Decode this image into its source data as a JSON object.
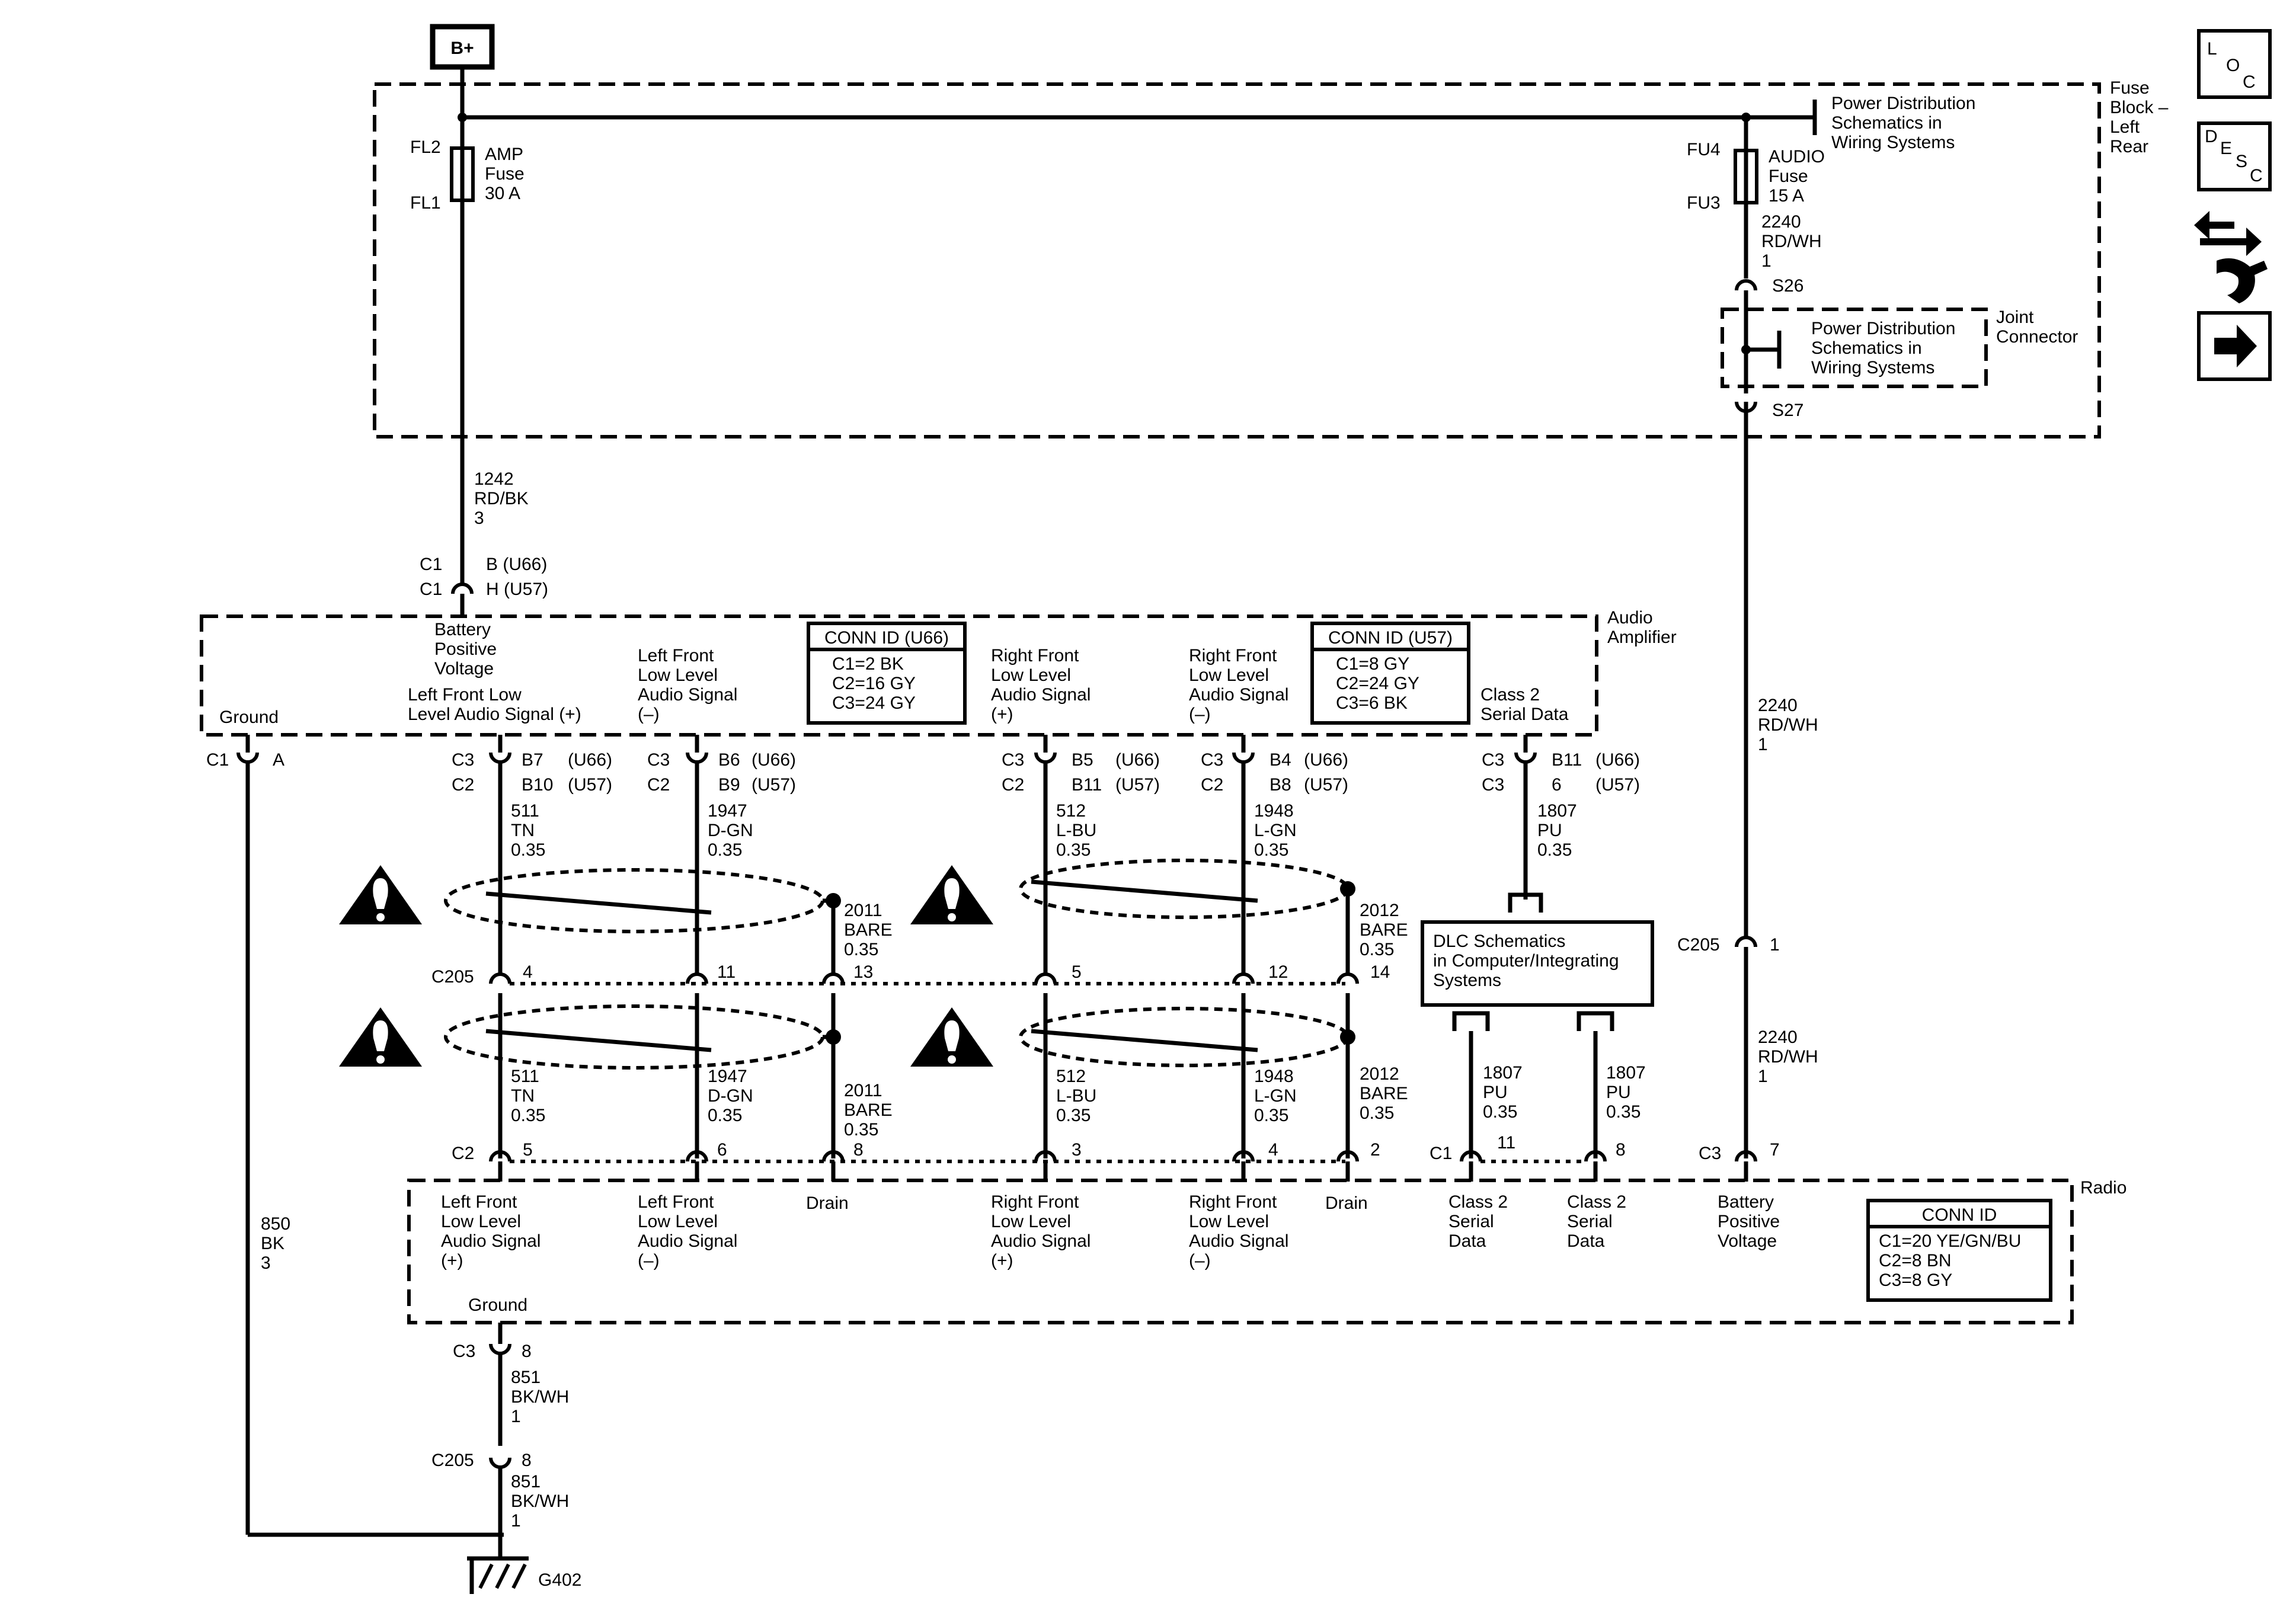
{
  "power": {
    "label": "B+"
  },
  "fuse_block": {
    "title": [
      "Fuse",
      "Block –",
      "Left",
      "Rear"
    ],
    "pd_ref": [
      "Power Distribution",
      "Schematics in",
      "Wiring Systems"
    ],
    "amp_fuse": {
      "pins": [
        "FL2",
        "FL1"
      ],
      "label": [
        "AMP",
        "Fuse",
        "30 A"
      ]
    },
    "audio_fuse": {
      "pins": [
        "FU4",
        "FU3"
      ],
      "label": [
        "AUDIO",
        "Fuse",
        "15 A"
      ]
    },
    "audio_wire_top": [
      "2240",
      "RD/WH",
      "1"
    ],
    "s26": "S26",
    "s27": "S27",
    "joint_title": [
      "Joint",
      "Connector"
    ],
    "joint_ref": [
      "Power Distribution",
      "Schematics in",
      "Wiring Systems"
    ]
  },
  "amp_wire": [
    "1242",
    "RD/BK",
    "3"
  ],
  "amp_conn": [
    [
      "C1",
      "B (U66)"
    ],
    [
      "C1",
      "H (U57)"
    ]
  ],
  "amplifier": {
    "title": [
      "Audio",
      "Amplifier"
    ],
    "battery": [
      "Battery",
      "Positive",
      "Voltage"
    ],
    "ground": "Ground",
    "lf_pos": [
      "Left Front Low",
      "Level Audio Signal (+)"
    ],
    "lf_neg": [
      "Left Front",
      "Low Level",
      "Audio Signal",
      "(–)"
    ],
    "rf_pos": [
      "Right Front",
      "Low Level",
      "Audio Signal",
      "(+)"
    ],
    "rf_neg": [
      "Right Front",
      "Low Level",
      "Audio Signal",
      "(–)"
    ],
    "class2": [
      "Class 2",
      "Serial Data"
    ],
    "conn_u66": {
      "title": "CONN ID (U66)",
      "rows": [
        "C1=2 BK",
        "C2=16 GY",
        "C3=24 GY"
      ]
    },
    "conn_u57": {
      "title": "CONN ID (U57)",
      "rows": [
        "C1=8 GY",
        "C2=24 GY",
        "C3=6 BK"
      ]
    }
  },
  "amp_pins": {
    "ground": [
      "C1",
      "A"
    ],
    "lf_pos": [
      "C3",
      "B7",
      "(U66)",
      "C2",
      "B10",
      "(U57)"
    ],
    "lf_neg": [
      "C3",
      "B6",
      "(U66)",
      "C2",
      "B9",
      "(U57)"
    ],
    "rf_pos": [
      "C3",
      "B5",
      "(U66)",
      "C2",
      "B11",
      "(U57)"
    ],
    "rf_neg": [
      "C3",
      "B4",
      "(U66)",
      "C2",
      "B8",
      "(U57)"
    ],
    "class2": [
      "C3",
      "B11",
      "(U66)",
      "C3",
      "6",
      "(U57)"
    ]
  },
  "wires_upper": {
    "w511": [
      "511",
      "TN",
      "0.35"
    ],
    "w1947": [
      "1947",
      "D-GN",
      "0.35"
    ],
    "w2011": [
      "2011",
      "BARE",
      "0.35"
    ],
    "w512": [
      "512",
      "L-BU",
      "0.35"
    ],
    "w1948": [
      "1948",
      "L-GN",
      "0.35"
    ],
    "w2012": [
      "2012",
      "BARE",
      "0.35"
    ],
    "w1807": [
      "1807",
      "PU",
      "0.35"
    ]
  },
  "c205": {
    "label": "C205",
    "pins": [
      "4",
      "11",
      "13",
      "5",
      "12",
      "14"
    ],
    "right_pin": "1"
  },
  "audio_wire_mid": [
    "2240",
    "RD/WH",
    "1"
  ],
  "audio_wire_low": [
    "2240",
    "RD/WH",
    "1"
  ],
  "dlc": [
    "DLC Schematics",
    "in Computer/Integrating",
    "Systems"
  ],
  "wires_lower": {
    "w511": [
      "511",
      "TN",
      "0.35"
    ],
    "w1947": [
      "1947",
      "D-GN",
      "0.35"
    ],
    "w2011": [
      "2011",
      "BARE",
      "0.35"
    ],
    "w512": [
      "512",
      "L-BU",
      "0.35"
    ],
    "w1948": [
      "1948",
      "L-GN",
      "0.35"
    ],
    "w2012": [
      "2012",
      "BARE",
      "0.35"
    ],
    "w1807a": [
      "1807",
      "PU",
      "0.35"
    ],
    "w1807b": [
      "1807",
      "PU",
      "0.35"
    ]
  },
  "radio_pins": {
    "c2": "C2",
    "c1": "C1",
    "c3": "C3",
    "pins": [
      "5",
      "6",
      "8",
      "3",
      "4",
      "2",
      "11",
      "8",
      "7"
    ]
  },
  "radio": {
    "title": "Radio",
    "lf_pos": [
      "Left Front",
      "Low Level",
      "Audio Signal",
      "(+)"
    ],
    "lf_neg": [
      "Left Front",
      "Low Level",
      "Audio Signal",
      "(–)"
    ],
    "drain1": "Drain",
    "rf_pos": [
      "Right Front",
      "Low Level",
      "Audio Signal",
      "(+)"
    ],
    "rf_neg": [
      "Right Front",
      "Low Level",
      "Audio Signal",
      "(–)"
    ],
    "drain2": "Drain",
    "class2a": [
      "Class 2",
      "Serial",
      "Data"
    ],
    "class2b": [
      "Class 2",
      "Serial",
      "Data"
    ],
    "battery": [
      "Battery",
      "Positive",
      "Voltage"
    ],
    "ground": "Ground",
    "conn": {
      "title": "CONN ID",
      "rows": [
        "C1=20 YE/GN/BU",
        "C2=8 BN",
        "C3=8 GY"
      ]
    }
  },
  "ground_wire": [
    "850",
    "BK",
    "3"
  ],
  "radio_ground": {
    "c3": "C3",
    "c3_pin": "8",
    "wire1": [
      "851",
      "BK/WH",
      "1"
    ],
    "c205": "C205",
    "c205_pin": "8",
    "wire2": [
      "851",
      "BK/WH",
      "1"
    ],
    "g": "G402"
  },
  "icons": {
    "loc": [
      "L",
      "O",
      "C"
    ],
    "desc": [
      "D",
      "E",
      "S",
      "C"
    ]
  }
}
